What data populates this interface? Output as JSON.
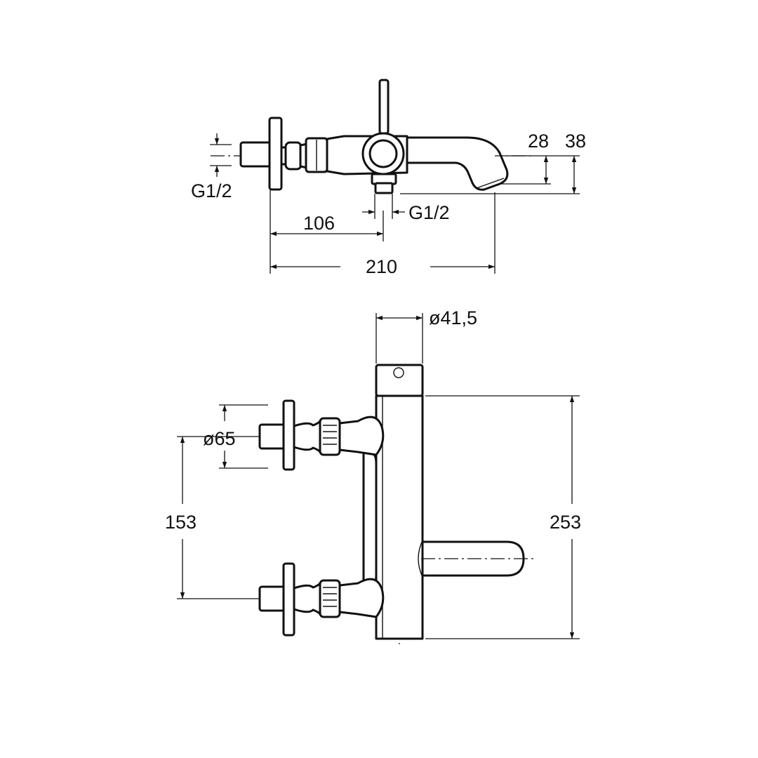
{
  "drawing": {
    "top_view": {
      "dims": {
        "inlet_thread": "G1/2",
        "outlet_thread": "G1/2",
        "inlet_to_outlet": "106",
        "total_depth": "210",
        "spout_height_a": "28",
        "spout_height_b": "38"
      }
    },
    "front_view": {
      "dims": {
        "body_diameter": "ø41,5",
        "flange_diameter": "ø65",
        "inlet_spacing": "153",
        "body_height": "253"
      }
    }
  }
}
